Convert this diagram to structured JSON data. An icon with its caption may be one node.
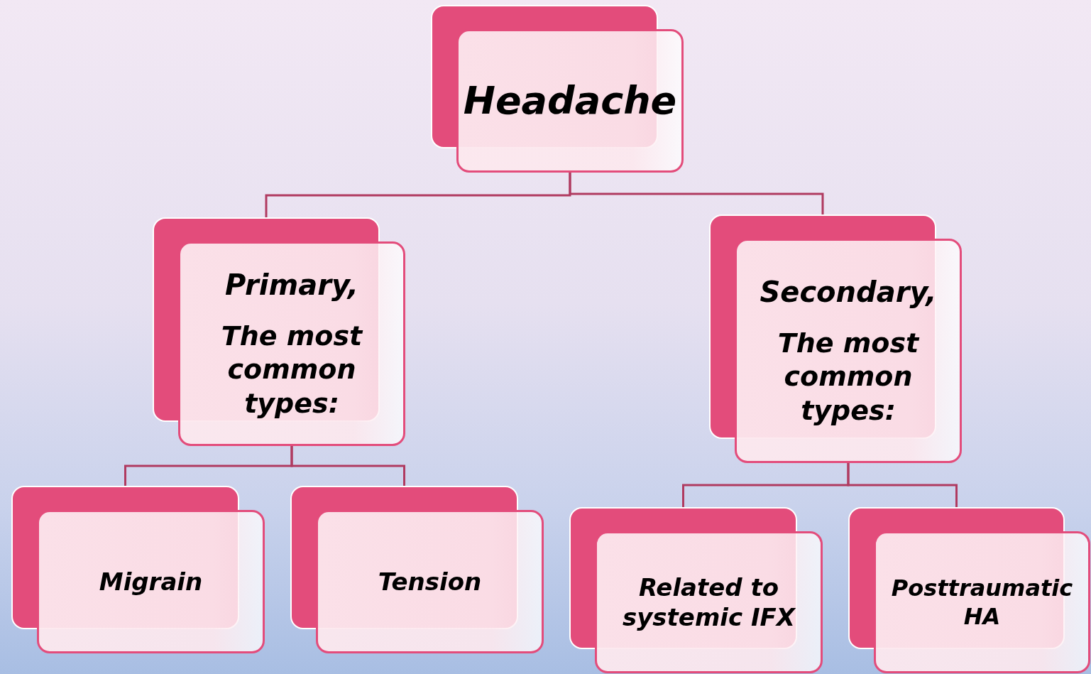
{
  "diagram": {
    "nodes": [
      {
        "text": [
          "Headache"
        ]
      },
      {
        "text": [
          "Primary,",
          "The most common types:"
        ]
      },
      {
        "text": [
          "Secondary,",
          "The most common types:"
        ]
      },
      {
        "text": [
          "Migrain"
        ]
      },
      {
        "text": [
          "Tension"
        ]
      },
      {
        "text": [
          "Related to systemic IFX"
        ]
      },
      {
        "text": [
          "Posttraumatic HA"
        ]
      }
    ],
    "edges": [
      {
        "from": 0,
        "to": 1,
        "arrow": "none"
      },
      {
        "from": 0,
        "to": 2,
        "arrow": "none"
      },
      {
        "from": 1,
        "to": 3,
        "arrow": "none"
      },
      {
        "from": 1,
        "to": 4,
        "arrow": "none"
      },
      {
        "from": 2,
        "to": 5,
        "arrow": "none"
      },
      {
        "from": 2,
        "to": 6,
        "arrow": "none"
      }
    ]
  }
}
